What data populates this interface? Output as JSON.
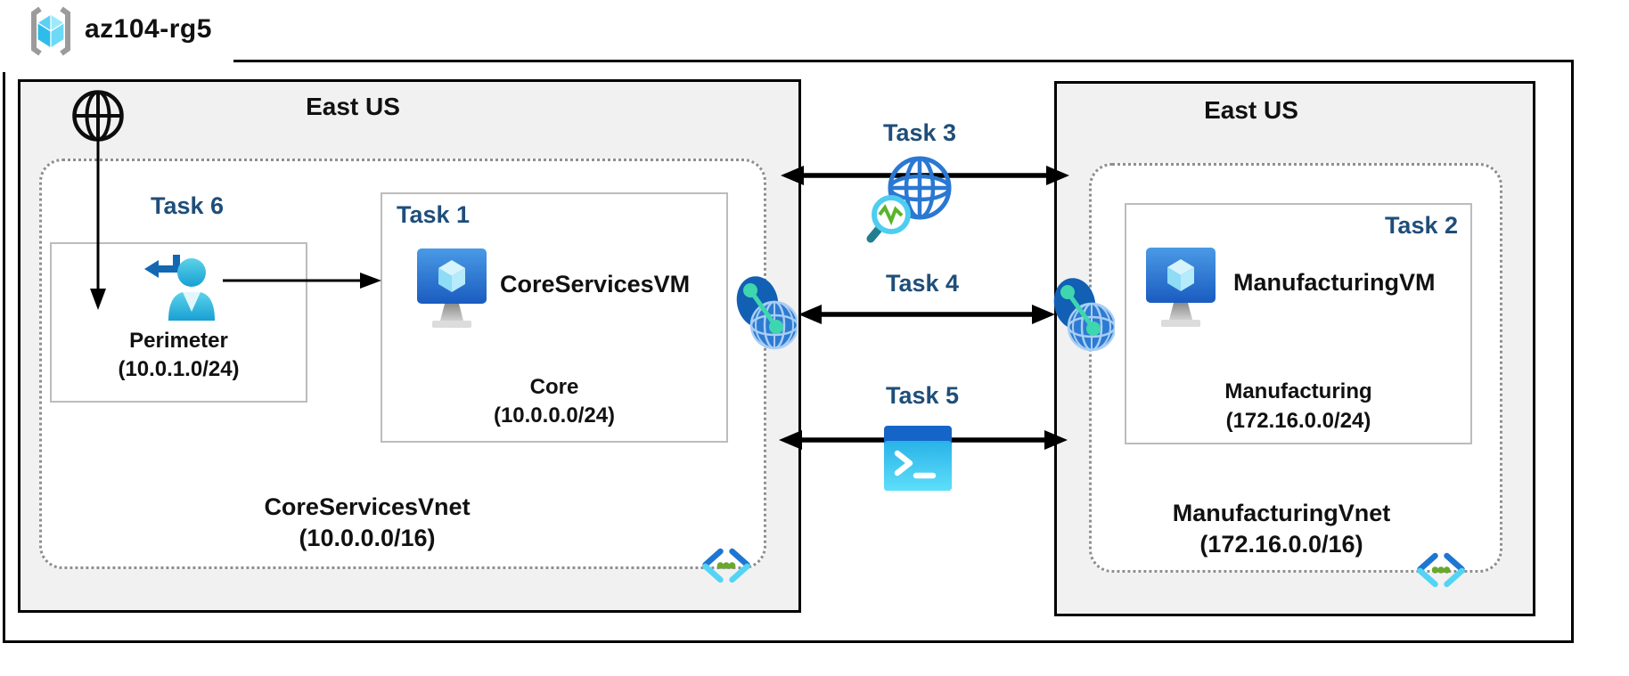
{
  "diagram": {
    "resource_group": "az104-rg5",
    "left_region": {
      "location": "East US",
      "task6_label": "Task 6",
      "perimeter_subnet_name": "Perimeter",
      "perimeter_subnet_cidr": "(10.0.1.0/24)",
      "task1_label": "Task 1",
      "vm_name": "CoreServicesVM",
      "core_subnet_name": "Core",
      "core_subnet_cidr": "(10.0.0.0/24)",
      "vnet_name": "CoreServicesVnet",
      "vnet_cidr": "(10.0.0.0/16)"
    },
    "connections": {
      "task3_label": "Task 3",
      "task4_label": "Task 4",
      "task5_label": "Task 5"
    },
    "right_region": {
      "location": "East US",
      "task2_label": "Task 2",
      "vm_name": "ManufacturingVM",
      "subnet_name": "Manufacturing",
      "subnet_cidr": "(172.16.0.0/24)",
      "vnet_name": "ManufacturingVnet",
      "vnet_cidr": "(172.16.0.0/16)"
    },
    "icons": {
      "resource_group": "resource-group-icon",
      "internet": "internet-globe-icon",
      "perimeter_user": "user-entry-icon",
      "virtual_machine": "virtual-machine-icon",
      "network_watcher": "network-watcher-icon",
      "vnet_peering": "vnet-peering-icon",
      "cloud_shell": "powershell-terminal-icon",
      "virtual_network": "virtual-network-icon"
    },
    "colors": {
      "task_label_blue": "#1f4e79",
      "region_fill": "#f1f1f1",
      "box_border_gray": "#bcbcbc",
      "dotted_border_gray": "#8f8f8f",
      "arrow_black": "#000000",
      "azure_blue": "#1d76d2",
      "azure_cyan": "#54d4f4",
      "peering_teal": "#3ed6ae",
      "vnet_dot_green": "#69a82c"
    }
  }
}
